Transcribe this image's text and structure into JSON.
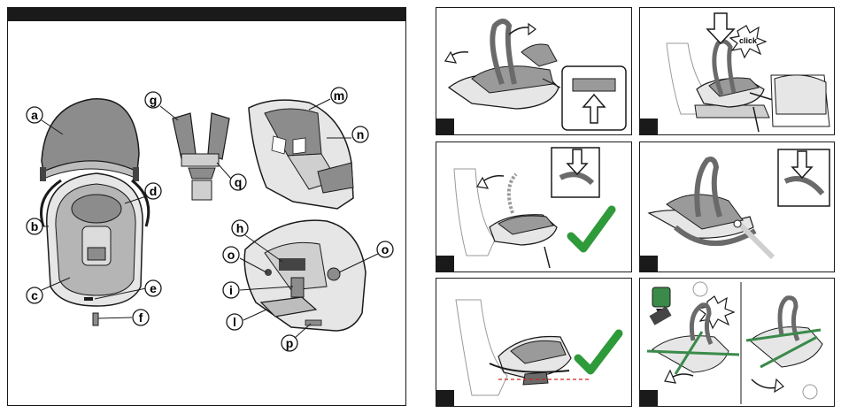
{
  "parts": {
    "a": "a",
    "b": "b",
    "c": "c",
    "d": "d",
    "e": "e",
    "f": "f",
    "g": "g",
    "h": "h",
    "i": "i",
    "l": "l",
    "m": "m",
    "n": "n",
    "o": "o",
    "p": "p",
    "q": "q"
  },
  "annotations": {
    "click": "click"
  },
  "colors": {
    "check": "#2e9a3a",
    "belt": "#3a8a4a",
    "seat_grey": "#9a9a9a",
    "dark": "#1a1a1a",
    "guide_line": "#d22020"
  }
}
